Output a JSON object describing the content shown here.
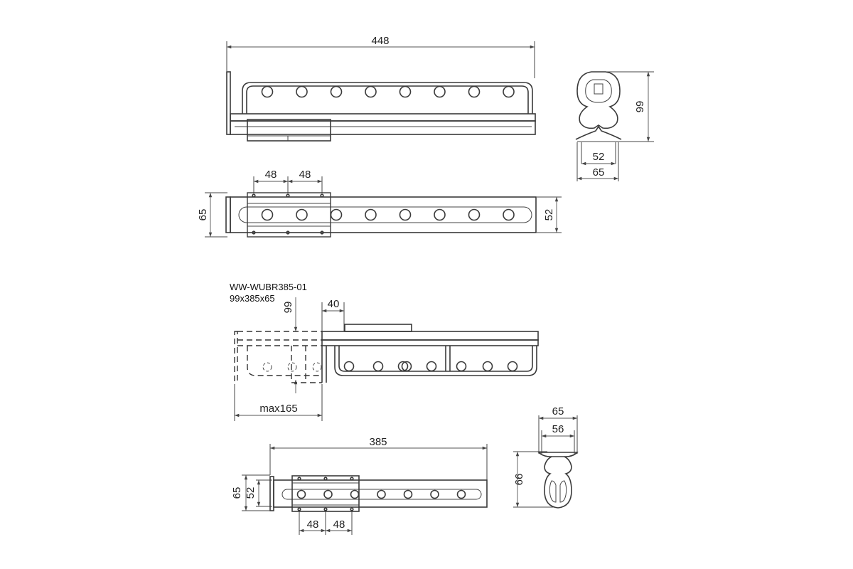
{
  "model": {
    "code": "WW-WUBR385-01",
    "size": "99x385x65"
  },
  "dimensions": {
    "top_overall_length": "448",
    "top_side_height": "99",
    "top_side_inner_width": "52",
    "top_side_outer_width": "65",
    "top_plan_spacing_1": "48",
    "top_plan_spacing_2": "48",
    "top_plan_width_outer": "65",
    "top_plan_width_inner": "52",
    "bottom_height": "99",
    "bottom_offset": "40",
    "bottom_max_extension": "max165",
    "bottom_plan_length": "385",
    "bottom_plan_width_outer": "65",
    "bottom_plan_width_inner": "52",
    "bottom_plan_spacing_1": "48",
    "bottom_plan_spacing_2": "48",
    "bottom_side_outer_width": "65",
    "bottom_side_inner_width": "56",
    "bottom_side_height": "66"
  },
  "colors": {
    "line": "#3a3a3a",
    "background": "#ffffff"
  }
}
